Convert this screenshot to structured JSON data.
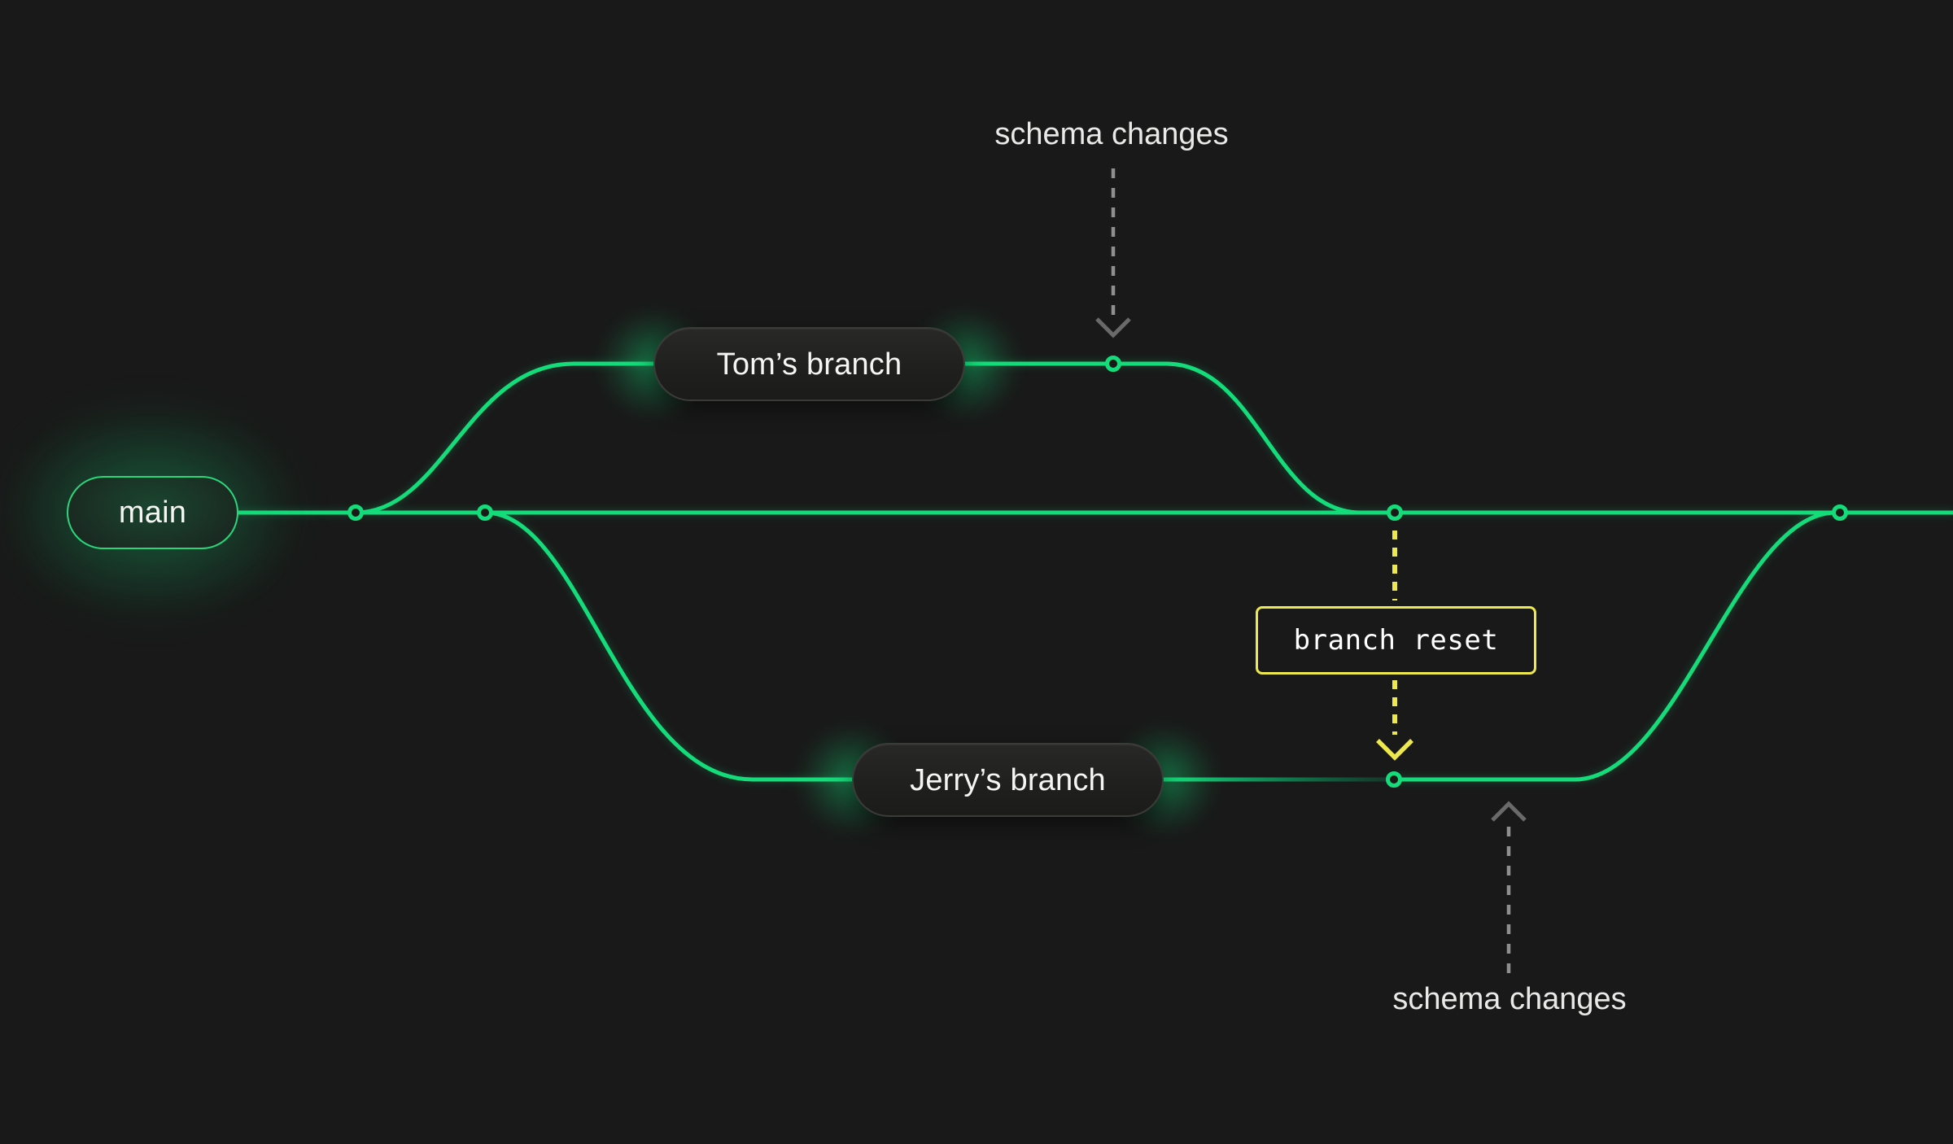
{
  "diagram": {
    "background": "#191919",
    "commit_node_count": 6,
    "colors": {
      "branch_green": "#15DC7A",
      "branch_green_faded": "#0E5C3C",
      "yellow": "#EDE84E",
      "dash_gray": "#8F8F8F",
      "arrowhead_gray": "#6A6A6A",
      "label_text": "#E9E9E7",
      "pill_text": "#F5F5F3",
      "pill_background": "#222221",
      "pill_border": "#3B3B39",
      "main_pill_border": "#2BD67B"
    },
    "branches": {
      "main": {
        "label": "main"
      },
      "tom": {
        "label": "Tom’s branch"
      },
      "jerry": {
        "label": "Jerry’s branch"
      }
    },
    "annotations": {
      "schema_changes_top": {
        "label": "schema changes"
      },
      "schema_changes_bottom": {
        "label": "schema changes"
      },
      "branch_reset": {
        "label": "branch reset"
      }
    }
  }
}
